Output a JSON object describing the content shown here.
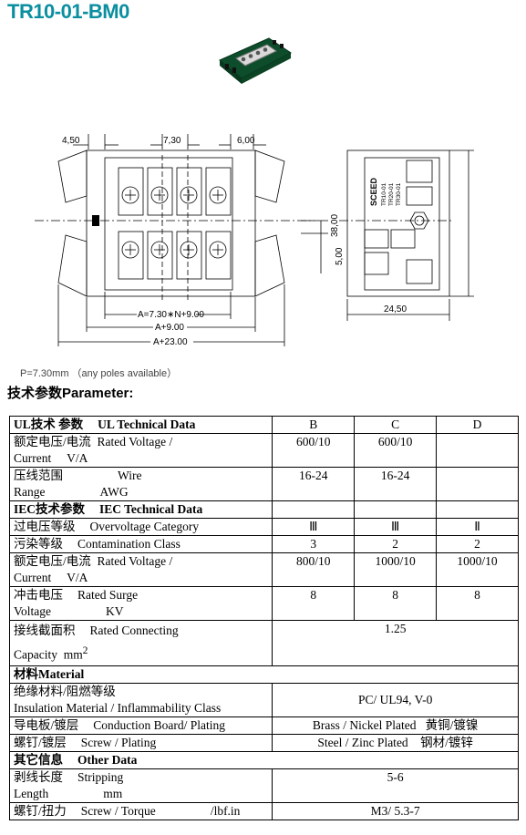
{
  "title": "TR10-01-BM0",
  "drawing": {
    "dim_left": "4,50",
    "dim_pitch": "7,30",
    "dim_right": "6,00",
    "dim_a": "A=7.30∗N+9.00",
    "dim_a9": "A+9.00",
    "dim_a23": "A+23.00",
    "dim_5": "5,00",
    "dim_38": "38,00",
    "dim_245": "24,50",
    "side_brand": "SCEED",
    "side_models": [
      "TR10-01",
      "TR20-01",
      "TR30-01"
    ]
  },
  "pitch_note": "P=7.30mm （any poles available）",
  "param_heading": "技术参数Parameter:",
  "table": {
    "ul_section_cn": "UL技术 参数",
    "ul_section_en": "UL Technical Data",
    "col_b": "B",
    "col_c": "C",
    "col_d": "D",
    "rv_cn": "额定电压/电流",
    "rv_en1": "Rated Voltage /",
    "rv_en2": "Current",
    "rv_unit": "V/A",
    "ul_rv_b": "600/10",
    "ul_rv_c": "600/10",
    "wr_cn": "压线范围",
    "wr_en1": "Wire",
    "wr_en2": "Range",
    "wr_unit": "AWG",
    "ul_wr_b": "16-24",
    "ul_wr_c": "16-24",
    "iec_section_cn": "IEC技术参数",
    "iec_section_en": "IEC Technical Data",
    "oc_cn": "过电压等级",
    "oc_en": "Overvoltage Category",
    "oc_b": "Ⅲ",
    "oc_c": "Ⅲ",
    "oc_d": "Ⅱ",
    "cc_cn": "污染等级",
    "cc_en": "Contamination Class",
    "cc_b": "3",
    "cc_c": "2",
    "cc_d": "2",
    "iec_rv_b": "800/10",
    "iec_rv_c": "1000/10",
    "iec_rv_d": "1000/10",
    "rs_cn": "冲击电压",
    "rs_en1": "Rated Surge",
    "rs_en2": "Voltage",
    "rs_unit": "KV",
    "rs_b": "8",
    "rs_c": "8",
    "rs_d": "8",
    "rcc_cn": "接线截面积",
    "rcc_en1": "Rated Connecting",
    "rcc_en2": "Capacity",
    "rcc_unit": "mm",
    "rcc_sup": "2",
    "rcc_val": "1.25",
    "mat_section": "材料Material",
    "ins_cn": "绝缘材料/阻燃等级",
    "ins_en": "Insulation Material / Inflammability Class",
    "ins_val": "PC/ UL94, V-0",
    "cb_cn": "导电板/镀层",
    "cb_en": "Conduction Board/ Plating",
    "cb_val": "Brass / Nickel Plated   黄铜/镀镍",
    "sc_cn": "螺钉/镀层",
    "sc_en": "Screw / Plating",
    "sc_val": "Steel / Zinc Plated    钢材/镀锌",
    "other_cn": "其它信息",
    "other_en": "Other Data",
    "st_cn": "剥线长度",
    "st_en1": "Stripping",
    "st_en2": "Length",
    "st_unit": "mm",
    "st_val": "5-6",
    "tq_cn": "螺钉/扭力",
    "tq_en": "Screw / Torque",
    "tq_unit": "/lbf.in",
    "tq_val": "M3/ 5.3-7"
  }
}
